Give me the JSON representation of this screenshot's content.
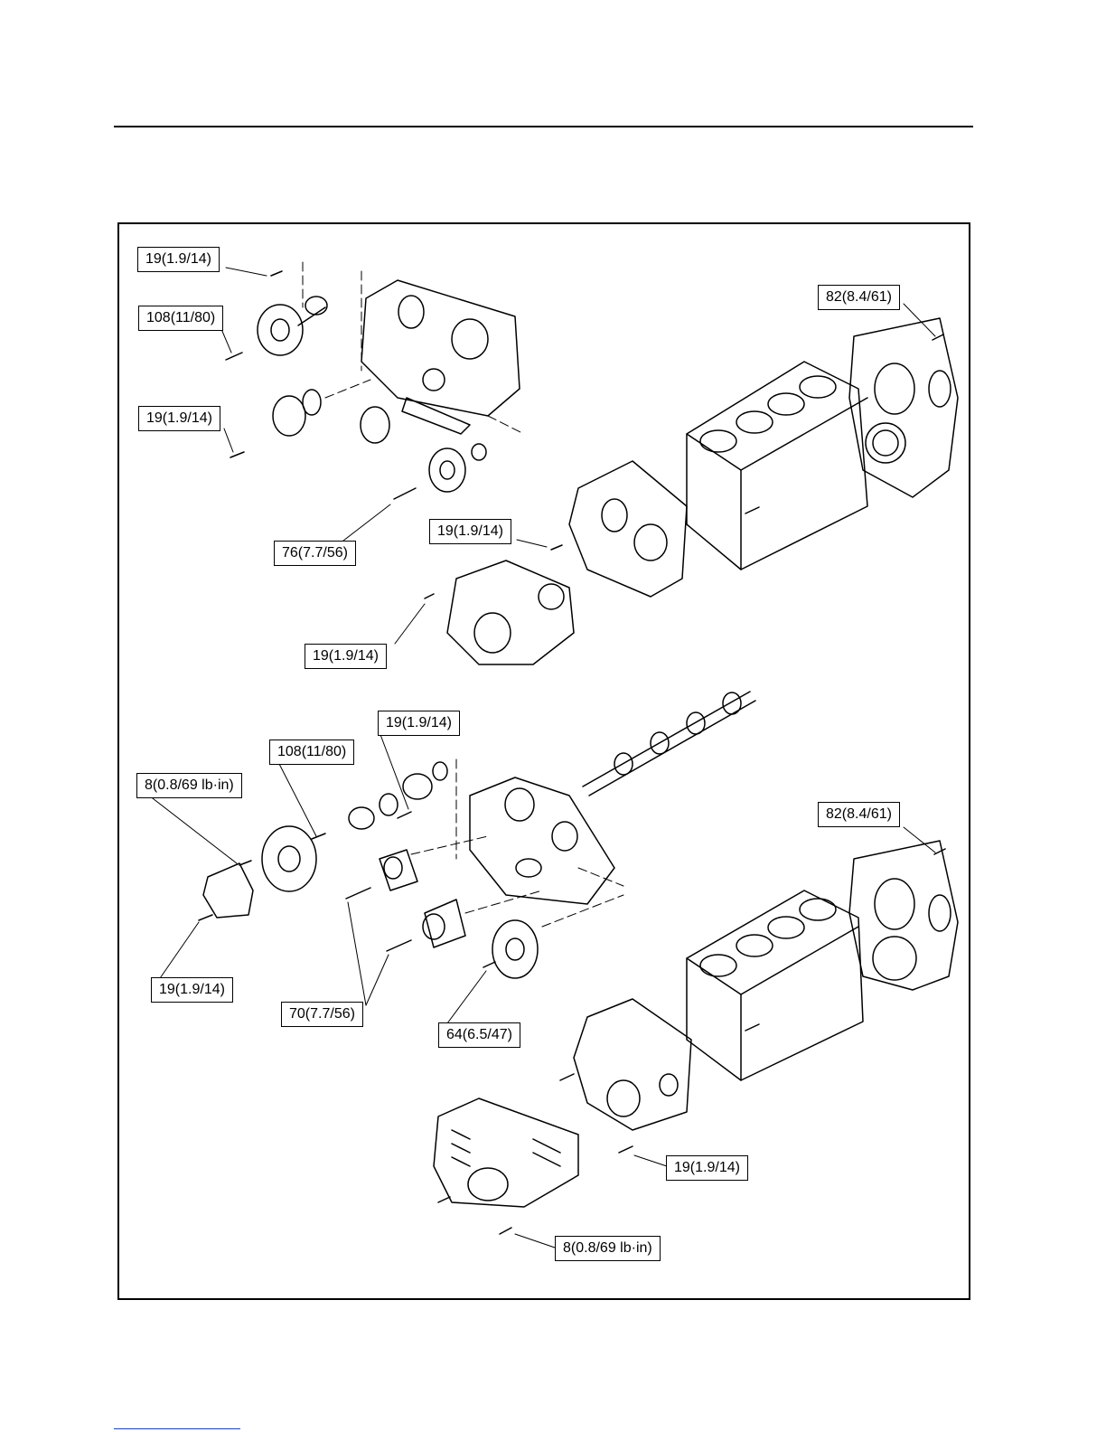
{
  "labels": {
    "a1": "19(1.9/14)",
    "a2": "108(11/80)",
    "a3": "19(1.9/14)",
    "a4": "76(7.7/56)",
    "a5": "19(1.9/14)",
    "a6": "19(1.9/14)",
    "a7": "82(8.4/61)",
    "b1": "19(1.9/14)",
    "b2": "108(11/80)",
    "b3": "8(0.8/69 lb·in)",
    "b4": "82(8.4/61)",
    "b5": "19(1.9/14)",
    "b6": "70(7.7/56)",
    "b7": "64(6.5/47)",
    "b8": "19(1.9/14)",
    "b9": "8(0.8/69 lb·in)"
  },
  "colors": {
    "ink": "#000000",
    "paper": "#ffffff",
    "link": "#1a3fc7"
  }
}
